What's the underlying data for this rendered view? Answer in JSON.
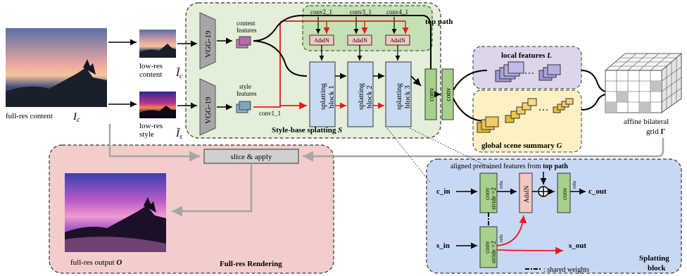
{
  "labels": {
    "full_res_content": "full-res content",
    "math_Ic": "I",
    "math_Ic_sub": "c",
    "low_res_content_1": "low-res",
    "low_res_content_2": "content",
    "math_tilde_Ic": "Ĩ",
    "math_tilde_Ic_sub": "c",
    "low_res_style_1": "low-res",
    "low_res_style_2": "style",
    "math_tilde_Is": "Ĩ",
    "math_tilde_Is_sub": "s",
    "vgg_top": "VGG-19",
    "vgg_bottom": "VGG-19",
    "content_features_1": "content",
    "content_features_2": "features",
    "style_features_1": "style",
    "style_features_2": "features",
    "conv1_1": "conv1_1",
    "conv2_1": "conv2_1",
    "conv3_1": "conv3_1",
    "conv4_1": "conv4_1",
    "adain": "AdaIN",
    "top_path": "top path",
    "splatting_block": "splatting",
    "block_1": "block 1",
    "block_2": "block 2",
    "block_3": "block 3",
    "conv": "conv",
    "style_base_splatting": "Style-base splatting ",
    "style_base_S": "S",
    "local_features": "local features ",
    "local_L": "L",
    "global_scene_summary": "global scene summary ",
    "global_G": "G",
    "affine_bilateral": "affine bilateral",
    "grid": "grid ",
    "grid_gamma": "Γ",
    "slice_apply": "slice & apply",
    "full_res_output": "full-res output ",
    "output_O": "O",
    "full_res_rendering": "Full-res Rendering",
    "aligned_features": "aligned pretrained features from ",
    "aligned_top_path": "top path",
    "c_in": "c_in",
    "c_out": "c_out",
    "s_in": "s_in",
    "s_out": "s_out",
    "conv_stride": "conv",
    "stride2": "stride =2",
    "relu": "relu",
    "shared_weights": ": shared weights",
    "splatting_block_title_1": "Splatting",
    "splatting_block_title_2": "block"
  },
  "colors": {
    "top_panel": "#e3efd9",
    "adain_row": "#c5e0b3",
    "adain_box": "#f4c7c3",
    "splat_box": "#c9daf3",
    "conv_box": "#a7d08c",
    "local_panel": "#ddd5ea",
    "global_panel": "#fdf0c3",
    "render_panel": "#f3cccc",
    "splat_panel": "#c8d8f4",
    "red_path": "#e51c1c",
    "gray_path": "#a6a6a6"
  }
}
